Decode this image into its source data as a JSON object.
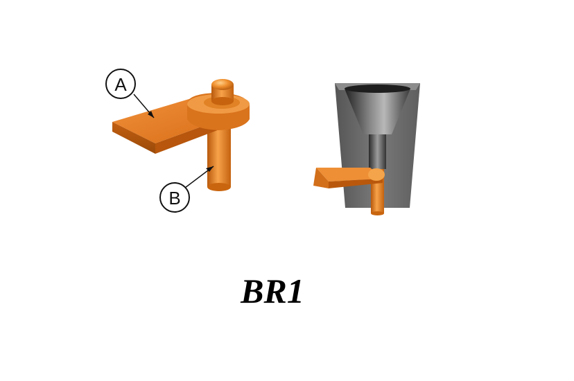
{
  "callouts": {
    "a": "A",
    "b": "B"
  },
  "caption": "BR1",
  "colors": {
    "copper": "#e07a1e",
    "copper_light": "#f4a44a",
    "copper_dark": "#a9510d",
    "mold_gray": "#6f6f6f",
    "mold_dark": "#3c3c3c",
    "mold_light": "#9a9a9a"
  }
}
